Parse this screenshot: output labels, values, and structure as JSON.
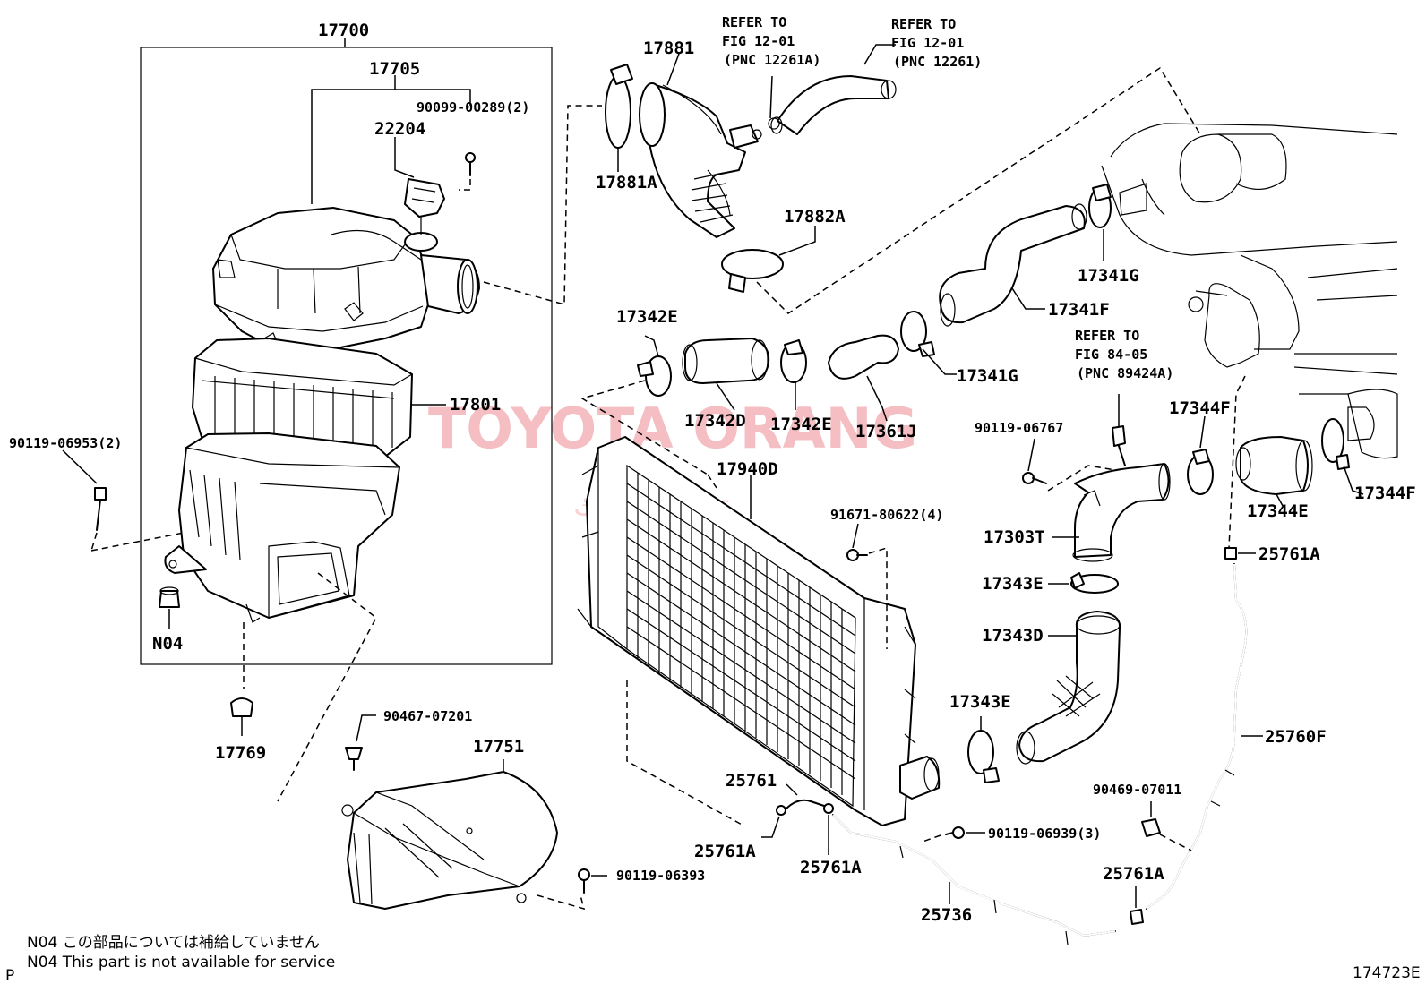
{
  "diagram_id": "174723E",
  "page_letter": "P",
  "watermark": {
    "main": "TOYOTA ORANG",
    "arabic": "تويوتا أورانك"
  },
  "labels": {
    "p17700": "17700",
    "p17705": "17705",
    "p22204": "22204",
    "p90099_00289": "90099-00289(2)",
    "p17801": "17801",
    "p90119_06953": "90119-06953(2)",
    "pN04": "N04",
    "p17769": "17769",
    "p90467_07201": "90467-07201",
    "p17751": "17751",
    "p90119_06393": "90119-06393",
    "p17881": "17881",
    "p17881A": "17881A",
    "p17882A": "17882A",
    "p17342E_top": "17342E",
    "p17342D": "17342D",
    "p17342E_bot": "17342E",
    "p17361J": "17361J",
    "p17341G_a": "17341G",
    "p17341G_b": "17341G",
    "p17341F": "17341F",
    "p17940D": "17940D",
    "p91671_80622": "91671-80622(4)",
    "p90119_06767": "90119-06767",
    "p17303T": "17303T",
    "p17343E_a": "17343E",
    "p17343D": "17343D",
    "p17343E_b": "17343E",
    "p17344F_a": "17344F",
    "p17344E": "17344E",
    "p17344F_b": "17344F",
    "p25761A_right": "25761A",
    "p25760F": "25760F",
    "p90469_07011": "90469-07011",
    "p25761A_br": "25761A",
    "p25761": "25761",
    "p25761A_mid1": "25761A",
    "p25761A_mid2": "25761A",
    "p90119_06939": "90119-06939(3)",
    "p25736": "25736"
  },
  "refer_notes": {
    "fig12_a": {
      "line1": "REFER TO",
      "line2": "FIG 12-01",
      "line3": "(PNC 12261A)"
    },
    "fig12_b": {
      "line1": "REFER TO",
      "line2": "FIG 12-01",
      "line3": "(PNC 12261)"
    },
    "fig84": {
      "line1": "REFER TO",
      "line2": "FIG 84-05",
      "line3": "(PNC 89424A)"
    }
  },
  "footnotes": {
    "n04_jp": "N04 この部品については補給していません",
    "n04_en": "N04 This part is not available for service"
  }
}
